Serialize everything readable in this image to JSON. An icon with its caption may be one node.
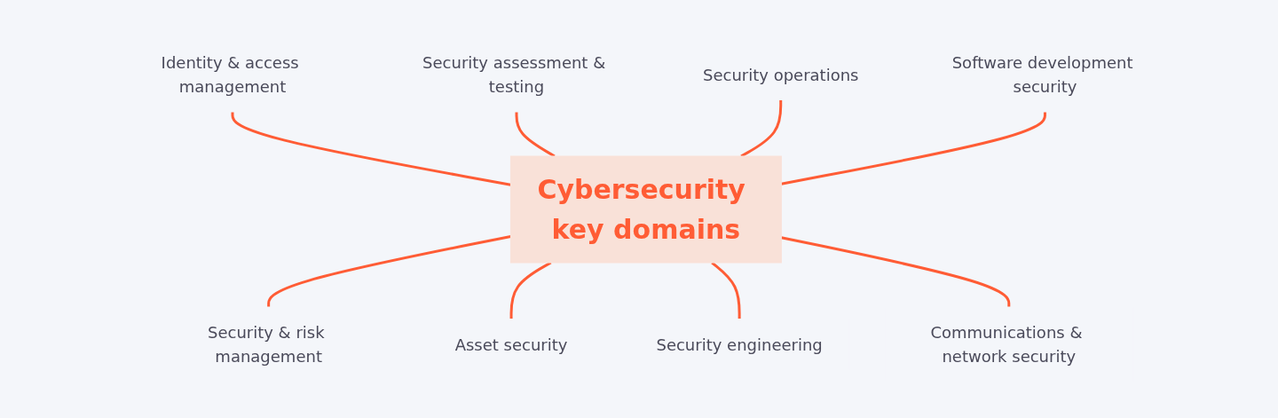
{
  "diagram": {
    "nodes": [
      {
        "text": [
          "Identity & access management"
        ]
      },
      {
        "text": [
          "Security assessment & testing"
        ]
      },
      {
        "text": [
          "Security operations"
        ]
      },
      {
        "text": [
          "Software development security"
        ]
      },
      {
        "text": [
          "Cybersecurity key domains"
        ]
      },
      {
        "text": [
          "Security & risk management"
        ]
      },
      {
        "text": [
          "Asset security"
        ]
      },
      {
        "text": [
          "Security engineering"
        ]
      },
      {
        "text": [
          "Communications & network security"
        ]
      }
    ],
    "edges": [
      {
        "from": 0,
        "to": 4,
        "arrow": "none"
      },
      {
        "from": 1,
        "to": 4,
        "arrow": "none"
      },
      {
        "from": 2,
        "to": 4,
        "arrow": "none"
      },
      {
        "from": 3,
        "to": 4,
        "arrow": "none"
      },
      {
        "from": 4,
        "to": 5,
        "arrow": "none"
      },
      {
        "from": 4,
        "to": 6,
        "arrow": "none"
      },
      {
        "from": 4,
        "to": 7,
        "arrow": "none"
      },
      {
        "from": 4,
        "to": 8,
        "arrow": "none"
      }
    ]
  }
}
